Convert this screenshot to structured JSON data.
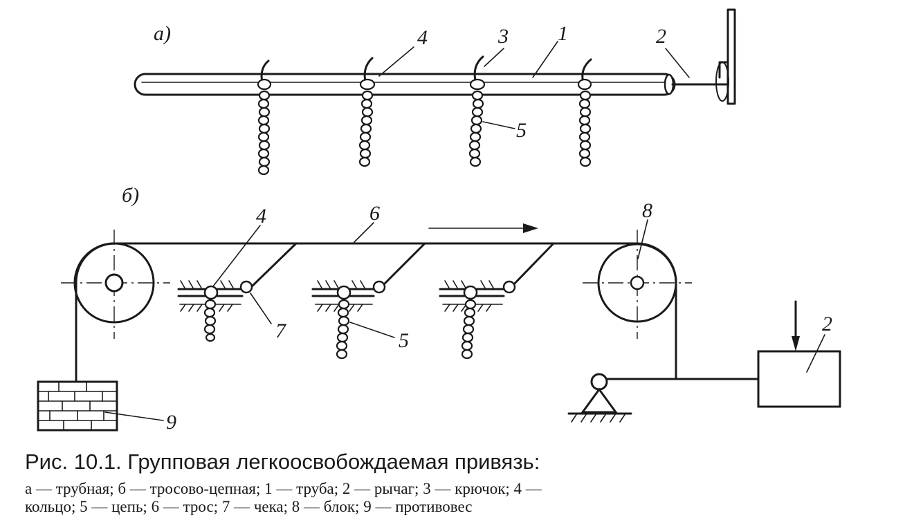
{
  "figure": {
    "panel_a_label": "а)",
    "panel_b_label": "б)",
    "labels": {
      "a_pipe": "1",
      "a_lever": "2",
      "a_hook": "3",
      "a_ring": "4",
      "a_chain": "5",
      "b_ring": "4",
      "b_chain": "5",
      "b_rope": "6",
      "b_pin": "7",
      "b_block": "8",
      "b_lever": "2",
      "b_counterweight": "9"
    }
  },
  "caption": {
    "title": "Рис. 10.1. Групповая легкоосвобождаемая привязь:",
    "legend_line1": "а — трубная;   б — тросово-цепная;   1 — труба;   2 — рычаг;   3 — крючок;   4 —",
    "legend_line2": "кольцо; 5 — цепь; 6 — трос; 7 — чека; 8 — блок; 9 — противовес"
  }
}
